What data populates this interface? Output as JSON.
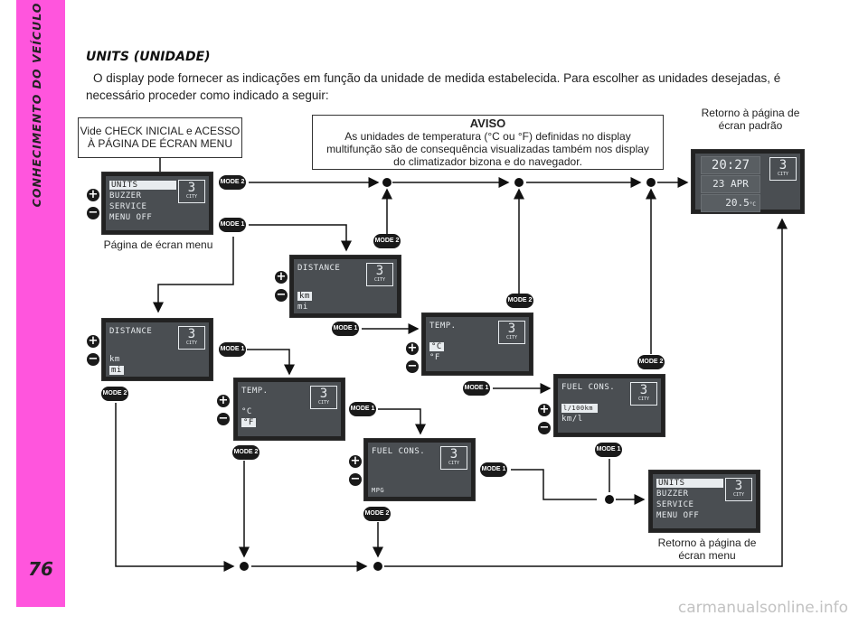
{
  "sidebar": {
    "section": "CONHECIMENTO DO VEÍCULO",
    "page_number": "76"
  },
  "heading": "UNITS (UNIDADE)",
  "intro": "O display pode fornecer as indicações em função da unidade de medida estabelecida. Para escolher as unidades desejadas, é necessário proceder como indicado a seguir:",
  "start_box": "Vide CHECK INICIAL e ACESSO À PÁGINA DE ÉCRAN MENU",
  "note": {
    "title": "AVISO",
    "text": "As unidades de temperatura (°C ou °F) definidas no display multifunção são de consequência visualizadas também nos display do climatizador bizona e do navegador."
  },
  "labels": {
    "menu_page": "Página de écran menu",
    "return_default": "Retorno à página de écran padrão",
    "return_menu": "Retorno à página de écran menu"
  },
  "buttons": {
    "mode1": "MODE 1",
    "mode2": "MODE 2",
    "plus": "+",
    "minus": "−"
  },
  "displays": {
    "cam_number": "3",
    "cam_label": "CITY",
    "menu": [
      "UNITS",
      "BUZZER",
      "SERVICE",
      "MENU OFF"
    ],
    "distance_title": "DISTANCE",
    "distance_km": "km",
    "distance_mi": "mi",
    "temp_title": "TEMP.",
    "temp_c": "°C",
    "temp_f": "°F",
    "fuel_title": "FUEL CONS.",
    "fuel_l100": "l/100km",
    "fuel_kml": "km/l",
    "fuel_mpg": "MPG",
    "clock_time": "20:27",
    "clock_date": "23 APR",
    "clock_temp": "20.5",
    "clock_temp_unit": "°C"
  },
  "watermark": "carmanualsonline.info"
}
